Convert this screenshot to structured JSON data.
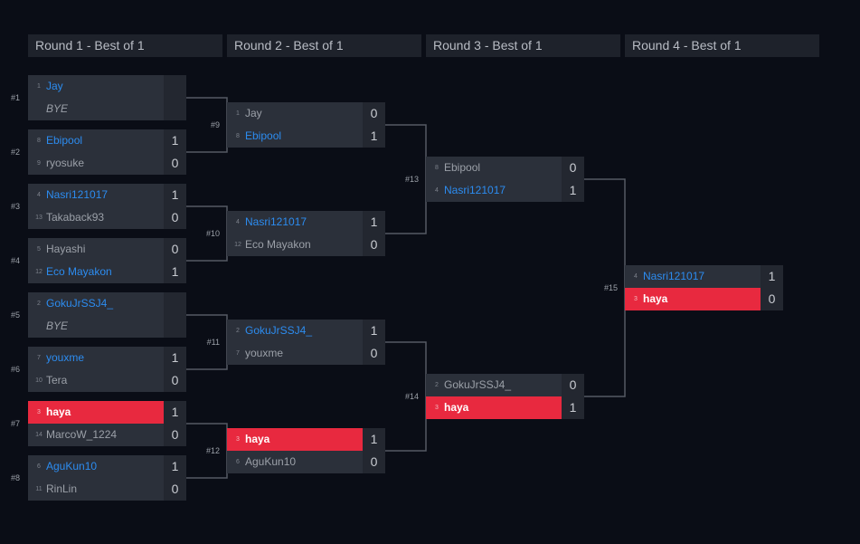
{
  "rounds": [
    {
      "label": "Round 1 - Best of 1"
    },
    {
      "label": "Round 2 - Best of 1"
    },
    {
      "label": "Round 3 - Best of 1"
    },
    {
      "label": "Round 4 - Best of 1"
    }
  ],
  "matches": [
    {
      "num": "#1",
      "round": 0,
      "players": [
        {
          "seed": "1",
          "name": "Jay",
          "score": "",
          "state": "winner"
        },
        {
          "seed": "",
          "name": "BYE",
          "score": "",
          "state": "bye"
        }
      ]
    },
    {
      "num": "#2",
      "round": 0,
      "players": [
        {
          "seed": "8",
          "name": "Ebipool",
          "score": "1",
          "state": "winner"
        },
        {
          "seed": "9",
          "name": "ryosuke",
          "score": "0",
          "state": ""
        }
      ]
    },
    {
      "num": "#3",
      "round": 0,
      "players": [
        {
          "seed": "4",
          "name": "Nasri121017",
          "score": "1",
          "state": "winner"
        },
        {
          "seed": "13",
          "name": "Takaback93",
          "score": "0",
          "state": ""
        }
      ]
    },
    {
      "num": "#4",
      "round": 0,
      "players": [
        {
          "seed": "5",
          "name": "Hayashi",
          "score": "0",
          "state": ""
        },
        {
          "seed": "12",
          "name": "Eco Mayakon",
          "score": "1",
          "state": "winner"
        }
      ]
    },
    {
      "num": "#5",
      "round": 0,
      "players": [
        {
          "seed": "2",
          "name": "GokuJrSSJ4_",
          "score": "",
          "state": "winner"
        },
        {
          "seed": "",
          "name": "BYE",
          "score": "",
          "state": "bye"
        }
      ]
    },
    {
      "num": "#6",
      "round": 0,
      "players": [
        {
          "seed": "7",
          "name": "youxme",
          "score": "1",
          "state": "winner"
        },
        {
          "seed": "10",
          "name": "Tera",
          "score": "0",
          "state": ""
        }
      ]
    },
    {
      "num": "#7",
      "round": 0,
      "players": [
        {
          "seed": "3",
          "name": "haya",
          "score": "1",
          "state": "hl"
        },
        {
          "seed": "14",
          "name": "MarcoW_1224",
          "score": "0",
          "state": ""
        }
      ]
    },
    {
      "num": "#8",
      "round": 0,
      "players": [
        {
          "seed": "6",
          "name": "AguKun10",
          "score": "1",
          "state": "winner"
        },
        {
          "seed": "11",
          "name": "RinLin",
          "score": "0",
          "state": ""
        }
      ]
    },
    {
      "num": "#9",
      "round": 1,
      "players": [
        {
          "seed": "1",
          "name": "Jay",
          "score": "0",
          "state": ""
        },
        {
          "seed": "8",
          "name": "Ebipool",
          "score": "1",
          "state": "winner"
        }
      ]
    },
    {
      "num": "#10",
      "round": 1,
      "players": [
        {
          "seed": "4",
          "name": "Nasri121017",
          "score": "1",
          "state": "winner"
        },
        {
          "seed": "12",
          "name": "Eco Mayakon",
          "score": "0",
          "state": ""
        }
      ]
    },
    {
      "num": "#11",
      "round": 1,
      "players": [
        {
          "seed": "2",
          "name": "GokuJrSSJ4_",
          "score": "1",
          "state": "winner"
        },
        {
          "seed": "7",
          "name": "youxme",
          "score": "0",
          "state": ""
        }
      ]
    },
    {
      "num": "#12",
      "round": 1,
      "players": [
        {
          "seed": "3",
          "name": "haya",
          "score": "1",
          "state": "hl"
        },
        {
          "seed": "6",
          "name": "AguKun10",
          "score": "0",
          "state": ""
        }
      ]
    },
    {
      "num": "#13",
      "round": 2,
      "players": [
        {
          "seed": "8",
          "name": "Ebipool",
          "score": "0",
          "state": ""
        },
        {
          "seed": "4",
          "name": "Nasri121017",
          "score": "1",
          "state": "winner"
        }
      ]
    },
    {
      "num": "#14",
      "round": 2,
      "players": [
        {
          "seed": "2",
          "name": "GokuJrSSJ4_",
          "score": "0",
          "state": ""
        },
        {
          "seed": "3",
          "name": "haya",
          "score": "1",
          "state": "hl"
        }
      ]
    },
    {
      "num": "#15",
      "round": 3,
      "players": [
        {
          "seed": "4",
          "name": "Nasri121017",
          "score": "1",
          "state": "winner"
        },
        {
          "seed": "3",
          "name": "haya",
          "score": "0",
          "state": "hl"
        }
      ]
    }
  ],
  "colors": {
    "background": "#0a0d16",
    "highlight": "#e8293f",
    "winner_text": "#2c8cf0",
    "connector": "#555a63"
  }
}
